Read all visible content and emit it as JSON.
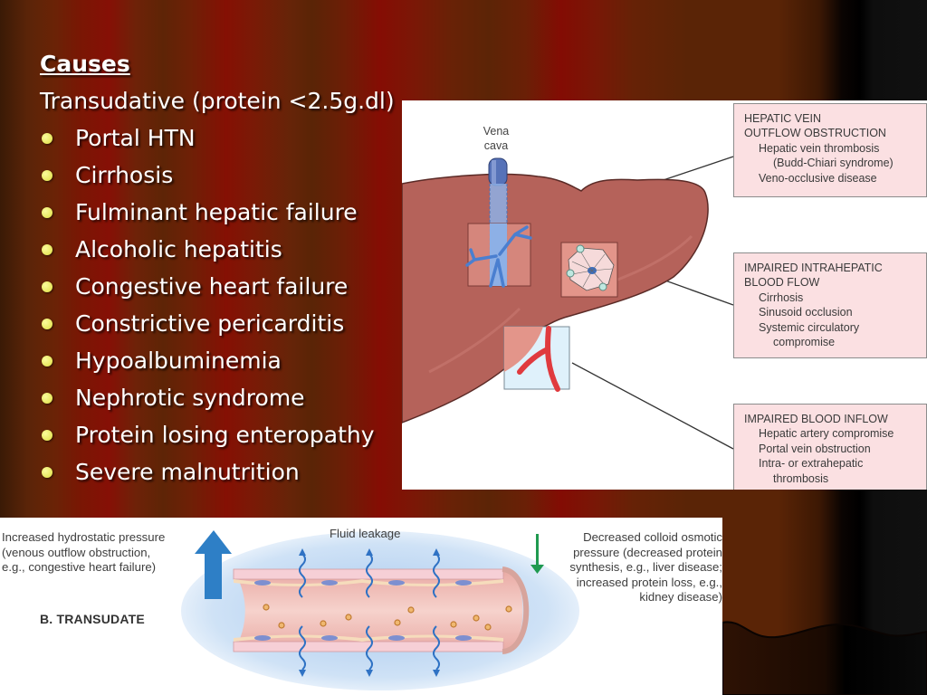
{
  "slide": {
    "heading": "Causes",
    "subheading": "Transudative (protein <2.5g.dl)",
    "bullets": [
      "Portal HTN",
      "Cirrhosis",
      "Fulminant hepatic failure",
      "Alcoholic hepatitis",
      "Congestive heart failure",
      "Constrictive pericarditis",
      "Hypoalbuminemia",
      "Nephrotic syndrome",
      "Protein losing enteropathy",
      "Severe malnutrition"
    ],
    "colors": {
      "text": "#ffffff",
      "bullet": "#e8e85a",
      "background": "#6a2006"
    }
  },
  "liver_figure": {
    "vena_cava_label": [
      "Vena",
      "cava"
    ],
    "callouts": [
      {
        "title_lines": [
          "HEPATIC VEIN",
          "OUTFLOW OBSTRUCTION"
        ],
        "items": [
          "Hepatic vein thrombosis",
          "(Budd-Chiari syndrome)",
          "Veno-occlusive disease"
        ]
      },
      {
        "title_lines": [
          "IMPAIRED INTRAHEPATIC",
          "BLOOD FLOW"
        ],
        "items": [
          "Cirrhosis",
          "Sinusoid occlusion",
          "Systemic circulatory",
          "compromise"
        ]
      },
      {
        "title_lines": [
          "IMPAIRED BLOOD INFLOW"
        ],
        "items": [
          "Hepatic artery compromise",
          "Portal vein obstruction",
          "Intra- or extrahepatic",
          "thrombosis"
        ]
      }
    ],
    "colors": {
      "liver": "#b5625a",
      "callout_bg": "#fbe0e2",
      "vein": "#6f93d6",
      "artery": "#e03a3e"
    }
  },
  "transudate_figure": {
    "left_text": [
      "Increased hydrostatic pressure",
      "(venous outflow obstruction,",
      "e.g., congestive heart failure)"
    ],
    "center_label": "Fluid leakage",
    "right_text": [
      "Decreased colloid osmotic",
      "pressure (decreased protein",
      "synthesis, e.g., liver disease;",
      "increased protein loss, e.g.,",
      "kidney disease)"
    ],
    "panel_label": "B. TRANSUDATE",
    "colors": {
      "up_arrow": "#2e7fc6",
      "down_arrow": "#1f9a50",
      "vessel": "#f3c6c0"
    }
  }
}
